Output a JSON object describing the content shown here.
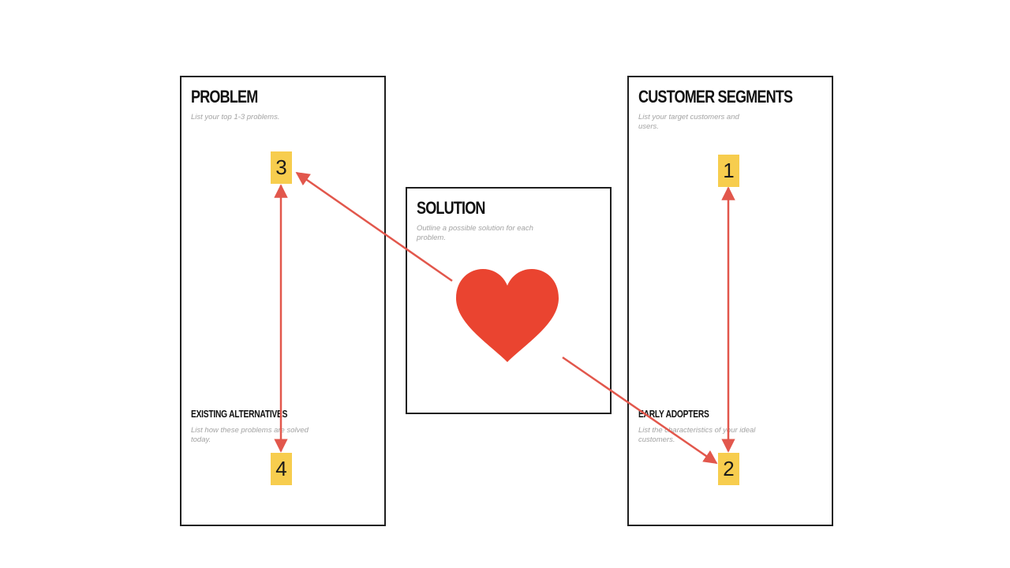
{
  "colors": {
    "arrow": "#e2574c",
    "heart": "#ea4430",
    "badge": "#f7cd4e",
    "border": "#1f1f1f",
    "hint_text": "#a3a3a3"
  },
  "problem": {
    "title": "PROBLEM",
    "hint": "List your top 1-3 problems.",
    "alternatives_title": "EXISTING ALTERNATIVES",
    "alternatives_hint": "List how these problems are solved today."
  },
  "solution": {
    "title": "SOLUTION",
    "hint": "Outline a possible solution for each problem.",
    "icon": "heart-icon"
  },
  "customer": {
    "title": "CUSTOMER SEGMENTS",
    "hint": "List your target customers and users.",
    "adopters_title": "EARLY ADOPTERS",
    "adopters_hint": "List the characteristics of your ideal customers."
  },
  "badges": {
    "b1": "1",
    "b2": "2",
    "b3": "3",
    "b4": "4"
  }
}
